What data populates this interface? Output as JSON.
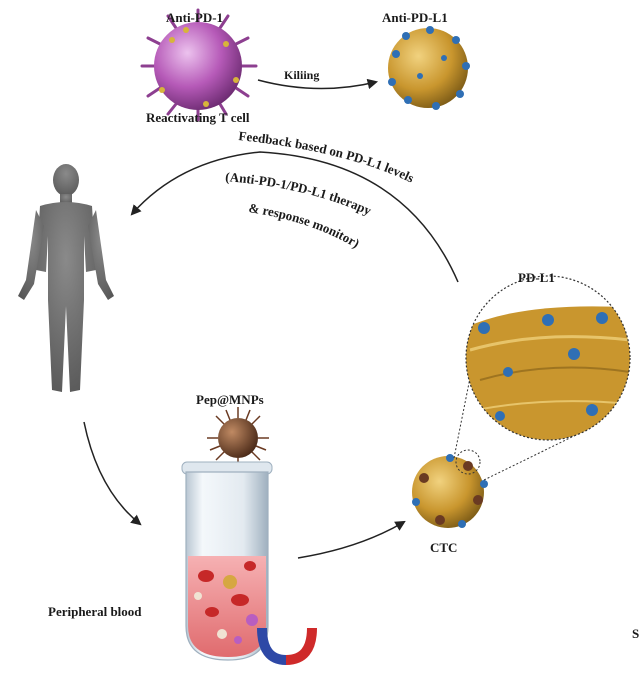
{
  "labels": {
    "anti_pd1": "Anti-PD-1",
    "anti_pdl1": "Anti-PD-L1",
    "killing": "Kiliing",
    "reactivating": "Reactivating T cell",
    "feedback": "Feedback based on PD-L1 levels",
    "therapy": "(Anti-PD-1/PD-L1 therapy",
    "monitor": "& response monitor)",
    "pdl1": "PD-L1",
    "pep_mnps": "Pep@MNPs",
    "ctc": "CTC",
    "peripheral_blood": "Peripheral blood",
    "edge_glyph": "S"
  },
  "colors": {
    "tcell": "#b65ab8",
    "tumor": "#c9962e",
    "pdl1_receptor": "#2f6fb5",
    "human": "#6c6c6c",
    "blood": "#e77c7e",
    "magnet_red": "#cf2a2a",
    "magnet_blue": "#2e48a6",
    "arrow": "#222222"
  }
}
